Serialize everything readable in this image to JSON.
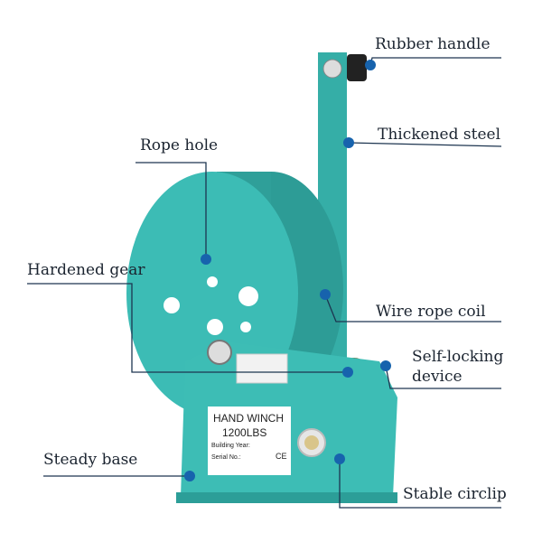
{
  "callouts": {
    "rubber_handle": "Rubber handle",
    "thickened_steel": "Thickened steel",
    "rope_hole": "Rope hole",
    "hardened_gear": "Hardened gear",
    "wire_rope_coil": "Wire rope coil",
    "self_locking_line1": "Self-locking",
    "self_locking_line2": "device",
    "steady_base": "Steady base",
    "stable_circlip": "Stable circlip"
  },
  "nameplate": {
    "title": "HAND WINCH",
    "capacity": "1200LBS",
    "building_year": "Building Year:",
    "serial_no": "Serial No.:",
    "mark": "CE"
  },
  "colors": {
    "body": "#3bbab3",
    "line": "#1d3550",
    "dot": "#1763ad"
  }
}
